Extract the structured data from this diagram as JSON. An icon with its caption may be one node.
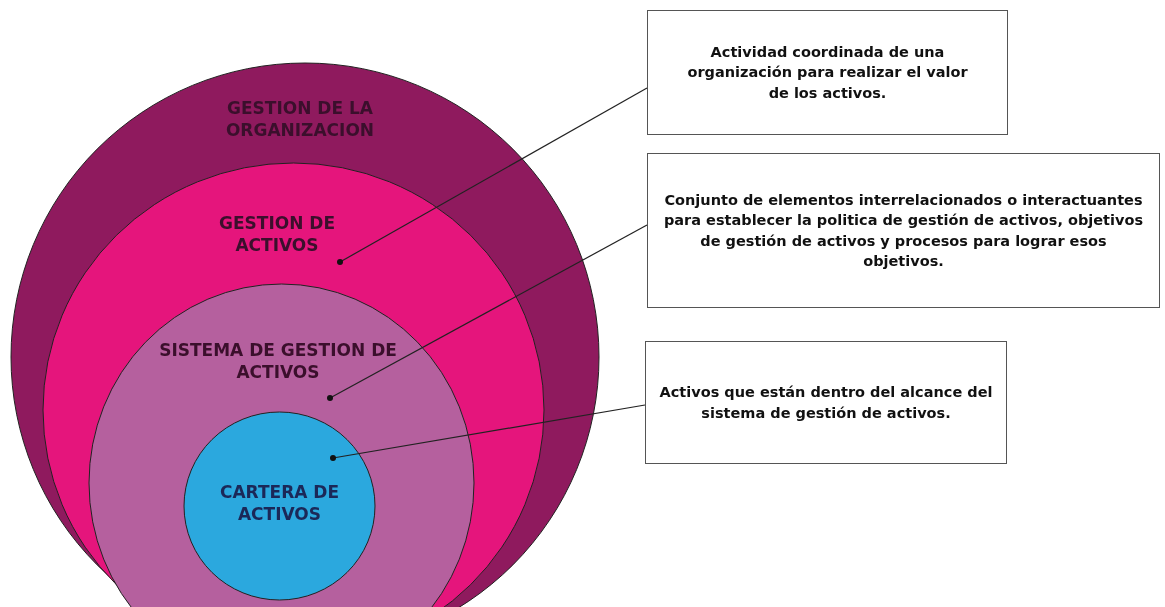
{
  "diagram": {
    "nodes": [
      {
        "text": [
          "GESTION DE LA ORGANIZACION"
        ]
      },
      {
        "text": [
          "GESTION DE ACTIVOS"
        ],
        "in": 0
      },
      {
        "text": [
          "SISTEMA DE GESTION DE ACTIVOS"
        ],
        "in": 1
      },
      {
        "text": [
          "CARTERA DE ACTIVOS"
        ],
        "in": 2
      },
      {
        "text": [
          "Actividad coordinada de una organización para realizar el valor de los activos."
        ]
      },
      {
        "text": [
          "Conjunto de elementos interrelacionados o interactuantes para establecer la politica de gestión de activos, objetivos de gestión de activos y procesos para lograr esos objetivos."
        ]
      },
      {
        "text": [
          "Activos que están dentro del alcance del sistema de gestión de activos."
        ]
      }
    ],
    "edges": [
      {
        "from": 4,
        "to": 1,
        "arrow": "other"
      },
      {
        "from": 5,
        "to": 2,
        "arrow": "other"
      },
      {
        "from": 6,
        "to": 3,
        "arrow": "other"
      }
    ]
  }
}
